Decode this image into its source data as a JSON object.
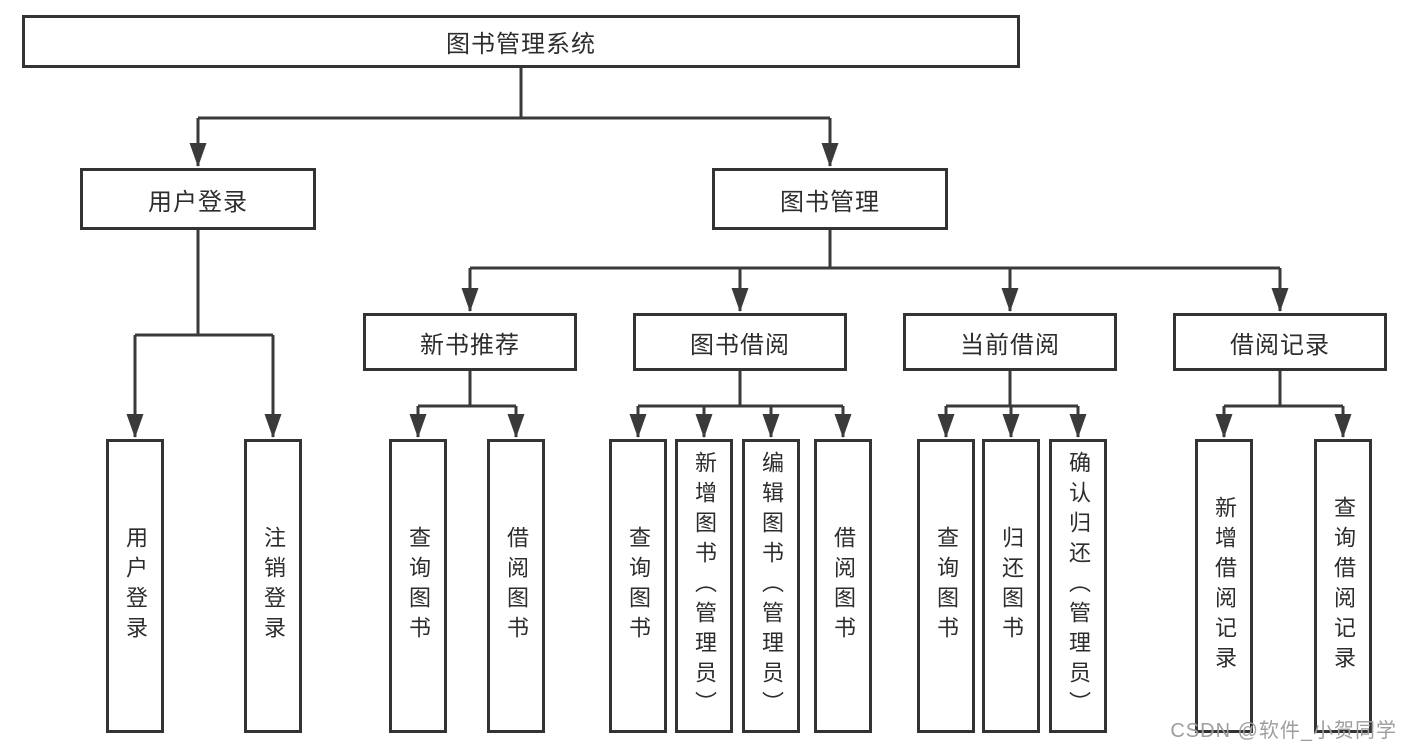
{
  "diagram": {
    "root": {
      "label": "图书管理系统"
    },
    "branches": [
      {
        "label": "用户登录",
        "children": [
          {
            "label": "用户登录"
          },
          {
            "label": "注销登录"
          }
        ]
      },
      {
        "label": "图书管理",
        "children": [
          {
            "label": "新书推荐",
            "children": [
              {
                "label": "查询图书"
              },
              {
                "label": "借阅图书"
              }
            ]
          },
          {
            "label": "图书借阅",
            "children": [
              {
                "label": "查询图书"
              },
              {
                "label": "新增图书（管理员）"
              },
              {
                "label": "编辑图书（管理员）"
              },
              {
                "label": "借阅图书"
              }
            ]
          },
          {
            "label": "当前借阅",
            "children": [
              {
                "label": "查询图书"
              },
              {
                "label": "归还图书"
              },
              {
                "label": "确认归还（管理员）"
              }
            ]
          },
          {
            "label": "借阅记录",
            "children": [
              {
                "label": "新增借阅记录"
              },
              {
                "label": "查询借阅记录"
              }
            ]
          }
        ]
      }
    ],
    "watermark": "CSDN @软件_小贺同学",
    "colors": {
      "line": "#3a3a3a",
      "border": "#333333",
      "text": "#2d2d2d",
      "watermark": "#9e9e9e",
      "background": "#ffffff"
    }
  }
}
